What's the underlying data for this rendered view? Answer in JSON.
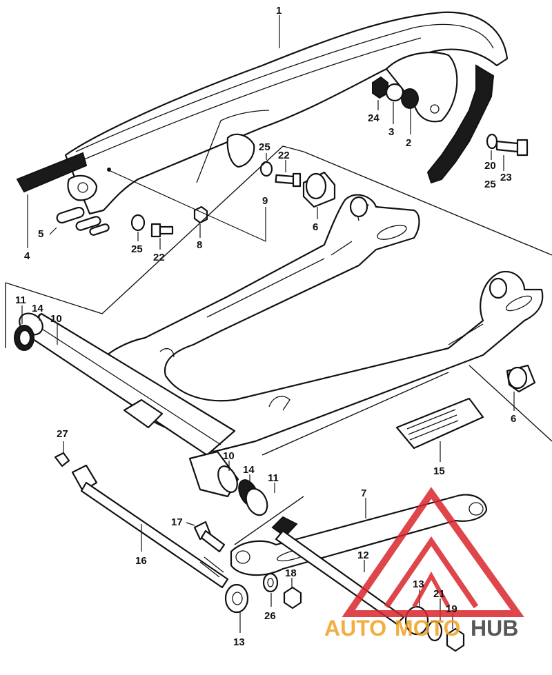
{
  "callouts": [
    {
      "id": "c1",
      "label": "1"
    },
    {
      "id": "c2",
      "label": "2"
    },
    {
      "id": "c3",
      "label": "3"
    },
    {
      "id": "c24",
      "label": "24"
    },
    {
      "id": "c20",
      "label": "20"
    },
    {
      "id": "c25a",
      "label": "25"
    },
    {
      "id": "c23",
      "label": "23"
    },
    {
      "id": "c25b",
      "label": "25"
    },
    {
      "id": "c22a",
      "label": "22"
    },
    {
      "id": "c6a",
      "label": "6"
    },
    {
      "id": "c9",
      "label": "9"
    },
    {
      "id": "c8",
      "label": "8"
    },
    {
      "id": "c25c",
      "label": "25"
    },
    {
      "id": "c22b",
      "label": "22"
    },
    {
      "id": "c5",
      "label": "5"
    },
    {
      "id": "c4",
      "label": "4"
    },
    {
      "id": "c11a",
      "label": "11"
    },
    {
      "id": "c14a",
      "label": "14"
    },
    {
      "id": "c10a",
      "label": "10"
    },
    {
      "id": "c6b",
      "label": "6"
    },
    {
      "id": "c15",
      "label": "15"
    },
    {
      "id": "c27",
      "label": "27"
    },
    {
      "id": "c10b",
      "label": "10"
    },
    {
      "id": "c14b",
      "label": "14"
    },
    {
      "id": "c11b",
      "label": "11"
    },
    {
      "id": "c7",
      "label": "7"
    },
    {
      "id": "c17",
      "label": "17"
    },
    {
      "id": "c16",
      "label": "16"
    },
    {
      "id": "c12",
      "label": "12"
    },
    {
      "id": "c18",
      "label": "18"
    },
    {
      "id": "c13a",
      "label": "13"
    },
    {
      "id": "c21",
      "label": "21"
    },
    {
      "id": "c19",
      "label": "19"
    },
    {
      "id": "c26",
      "label": "26"
    },
    {
      "id": "c13b",
      "label": "13"
    }
  ],
  "watermark": {
    "text_part1": "AUTO",
    "text_part2": "MOTO",
    "text_part3": "HUB",
    "color_red": "#d9262c",
    "color_orange": "#f0a020",
    "color_dark": "#3a3a3a"
  }
}
